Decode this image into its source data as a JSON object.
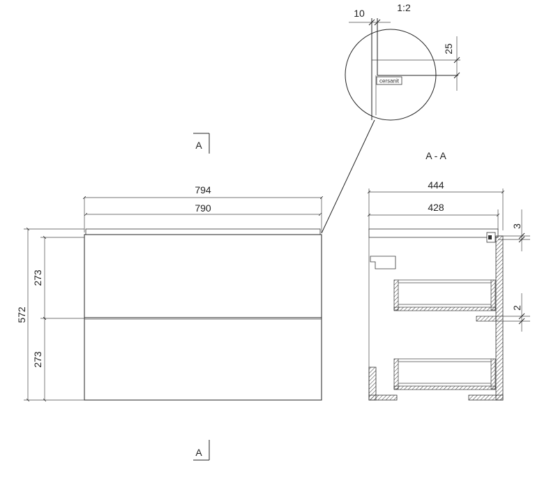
{
  "drawing": {
    "detail": {
      "scale": "1:2",
      "dim_horizontal": "10",
      "dim_vertical": "25",
      "brand": "cersanit"
    },
    "section_marks": {
      "top": "A",
      "bottom": "A"
    },
    "section_title": "A - A",
    "front_view": {
      "top_width_outer": "794",
      "top_width_inner": "790",
      "total_height": "572",
      "drawer_height_top": "273",
      "drawer_height_bottom": "273"
    },
    "section_view": {
      "depth_outer": "444",
      "depth_inner": "428",
      "top_thickness": "3",
      "rail_thickness": "2"
    }
  }
}
